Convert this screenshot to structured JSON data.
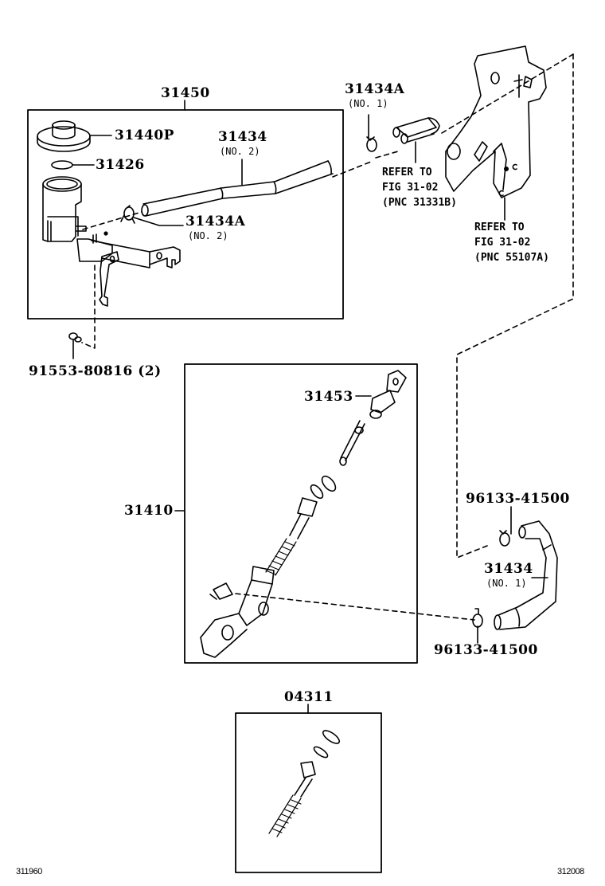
{
  "diagram": {
    "type": "exploded-parts-diagram",
    "groups": [
      {
        "id": "31450",
        "label": "31450"
      },
      {
        "id": "31410",
        "label": "31410"
      },
      {
        "id": "04311",
        "label": "04311"
      }
    ],
    "callouts": {
      "p31440P": "31440P",
      "p31426": "31426",
      "p31434_no2": "31434",
      "p31434_no2_sub": "(NO. 2)",
      "p31434A_no2": "31434A",
      "p31434A_no2_sub": "(NO. 2)",
      "p31434A_no1": "31434A",
      "p31434A_no1_sub": "(NO. 1)",
      "p91553": "91553-80816 (2)",
      "p31453": "31453",
      "p96133_top": "96133-41500",
      "p31434_no1": "31434",
      "p31434_no1_sub": "(NO. 1)",
      "p96133_bottom": "96133-41500"
    },
    "references": {
      "ref_31331B": "REFER TO\nFIG 31-02\n(PNC 31331B)",
      "ref_55107A": "REFER TO\nFIG 31-02\n(PNC 55107A)"
    },
    "footer": {
      "left_code": "311960",
      "right_code": "312008"
    }
  }
}
